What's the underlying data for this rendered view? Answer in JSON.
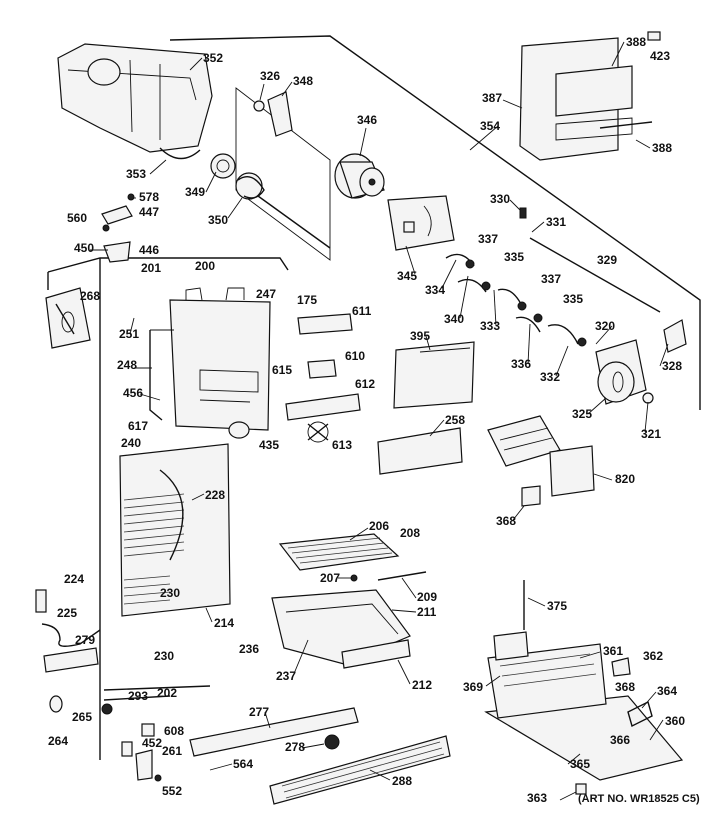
{
  "art_number": "(ART NO. WR18525 C5)",
  "labels": [
    {
      "id": "l352",
      "text": "352"
    },
    {
      "id": "l326",
      "text": "326"
    },
    {
      "id": "l348",
      "text": "348"
    },
    {
      "id": "l346",
      "text": "346"
    },
    {
      "id": "l388a",
      "text": "388"
    },
    {
      "id": "l423",
      "text": "423"
    },
    {
      "id": "l387",
      "text": "387"
    },
    {
      "id": "l354",
      "text": "354"
    },
    {
      "id": "l388b",
      "text": "388"
    },
    {
      "id": "l353",
      "text": "353"
    },
    {
      "id": "l349",
      "text": "349"
    },
    {
      "id": "l350",
      "text": "350"
    },
    {
      "id": "l578",
      "text": "578"
    },
    {
      "id": "l447",
      "text": "447"
    },
    {
      "id": "l560",
      "text": "560"
    },
    {
      "id": "l450",
      "text": "450"
    },
    {
      "id": "l446",
      "text": "446"
    },
    {
      "id": "l330",
      "text": "330"
    },
    {
      "id": "l331",
      "text": "331"
    },
    {
      "id": "l337a",
      "text": "337"
    },
    {
      "id": "l335a",
      "text": "335"
    },
    {
      "id": "l329",
      "text": "329"
    },
    {
      "id": "l345",
      "text": "345"
    },
    {
      "id": "l334",
      "text": "334"
    },
    {
      "id": "l337b",
      "text": "337"
    },
    {
      "id": "l335b",
      "text": "335"
    },
    {
      "id": "l201",
      "text": "201"
    },
    {
      "id": "l200",
      "text": "200"
    },
    {
      "id": "l268",
      "text": "268"
    },
    {
      "id": "l247",
      "text": "247"
    },
    {
      "id": "l175",
      "text": "175"
    },
    {
      "id": "l611",
      "text": "611"
    },
    {
      "id": "l340",
      "text": "340"
    },
    {
      "id": "l333",
      "text": "333"
    },
    {
      "id": "l320",
      "text": "320"
    },
    {
      "id": "l251",
      "text": "251"
    },
    {
      "id": "l395",
      "text": "395"
    },
    {
      "id": "l610",
      "text": "610"
    },
    {
      "id": "l336",
      "text": "336"
    },
    {
      "id": "l332",
      "text": "332"
    },
    {
      "id": "l328",
      "text": "328"
    },
    {
      "id": "l248",
      "text": "248"
    },
    {
      "id": "l615",
      "text": "615"
    },
    {
      "id": "l612",
      "text": "612"
    },
    {
      "id": "l456",
      "text": "456"
    },
    {
      "id": "l325",
      "text": "325"
    },
    {
      "id": "l321",
      "text": "321"
    },
    {
      "id": "l617",
      "text": "617"
    },
    {
      "id": "l258",
      "text": "258"
    },
    {
      "id": "l435",
      "text": "435"
    },
    {
      "id": "l613",
      "text": "613"
    },
    {
      "id": "l240",
      "text": "240"
    },
    {
      "id": "l820",
      "text": "820"
    },
    {
      "id": "l228",
      "text": "228"
    },
    {
      "id": "l368a",
      "text": "368"
    },
    {
      "id": "l206",
      "text": "206"
    },
    {
      "id": "l208",
      "text": "208"
    },
    {
      "id": "l224",
      "text": "224"
    },
    {
      "id": "l207",
      "text": "207"
    },
    {
      "id": "l230a",
      "text": "230"
    },
    {
      "id": "l209",
      "text": "209"
    },
    {
      "id": "l375",
      "text": "375"
    },
    {
      "id": "l225",
      "text": "225"
    },
    {
      "id": "l211",
      "text": "211"
    },
    {
      "id": "l214",
      "text": "214"
    },
    {
      "id": "l279",
      "text": "279"
    },
    {
      "id": "l236",
      "text": "236"
    },
    {
      "id": "l230b",
      "text": "230"
    },
    {
      "id": "l361",
      "text": "361"
    },
    {
      "id": "l362",
      "text": "362"
    },
    {
      "id": "l237",
      "text": "237"
    },
    {
      "id": "l212",
      "text": "212"
    },
    {
      "id": "l369",
      "text": "369"
    },
    {
      "id": "l368b",
      "text": "368"
    },
    {
      "id": "l293",
      "text": "293"
    },
    {
      "id": "l202",
      "text": "202"
    },
    {
      "id": "l364",
      "text": "364"
    },
    {
      "id": "l277",
      "text": "277"
    },
    {
      "id": "l265",
      "text": "265"
    },
    {
      "id": "l360",
      "text": "360"
    },
    {
      "id": "l608",
      "text": "608"
    },
    {
      "id": "l264",
      "text": "264"
    },
    {
      "id": "l452",
      "text": "452"
    },
    {
      "id": "l261",
      "text": "261"
    },
    {
      "id": "l278",
      "text": "278"
    },
    {
      "id": "l366",
      "text": "366"
    },
    {
      "id": "l564",
      "text": "564"
    },
    {
      "id": "l365",
      "text": "365"
    },
    {
      "id": "l288",
      "text": "288"
    },
    {
      "id": "l552",
      "text": "552"
    },
    {
      "id": "l363",
      "text": "363"
    }
  ]
}
